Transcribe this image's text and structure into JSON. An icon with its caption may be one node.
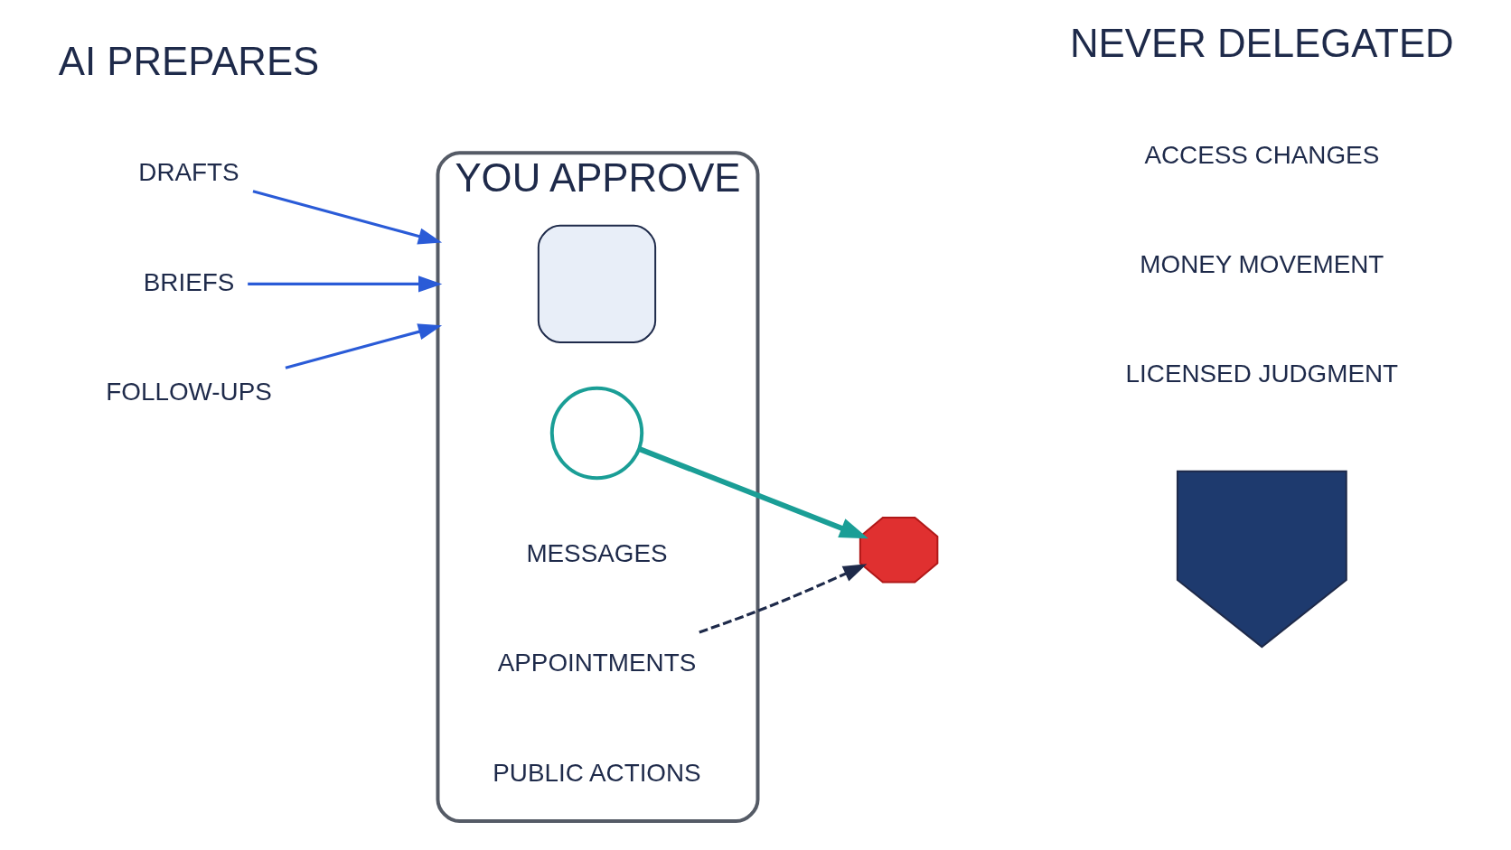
{
  "diagram": {
    "nodes": [
      {
        "text": [
          "DRAFTS"
        ]
      },
      {
        "text": [
          "BRIEFS"
        ]
      },
      {
        "text": [
          "FOLLOW-UPS"
        ]
      },
      {
        "text": [
          "YOU APPROVE"
        ]
      },
      {
        "text": [],
        "shape": "person",
        "in": 3
      },
      {
        "text": [],
        "shape": "circle",
        "in": 3
      },
      {
        "text": [
          "MESSAGES"
        ],
        "in": 3
      },
      {
        "text": [
          "APPOINTMENTS"
        ],
        "in": 3
      },
      {
        "text": [
          "PUBLIC ACTIONS"
        ],
        "in": 3
      },
      {
        "text": [],
        "shape": "octagon"
      },
      {
        "text": [],
        "shape": "shield"
      },
      {
        "text": [
          "LICENSED JUDGMENT"
        ]
      },
      {
        "text": [
          "MONEY MOVEMENT"
        ]
      },
      {
        "text": [
          "ACCESS CHANGES"
        ]
      }
    ],
    "edges": [
      {
        "from": 0,
        "to": 3,
        "arrow": "to"
      },
      {
        "from": 1,
        "to": 3,
        "arrow": "to"
      },
      {
        "from": 2,
        "to": 3,
        "arrow": "to"
      },
      {
        "from": 5,
        "to": 9,
        "arrow": "to",
        "style": "thick",
        "color": "#1a9e96"
      },
      {
        "from": 7,
        "to": 9,
        "arrow": "to",
        "style": "dashed",
        "color": "#1e2a4a"
      }
    ],
    "labels": [
      "AI PREPARES",
      "NEVER DELEGATED"
    ]
  }
}
